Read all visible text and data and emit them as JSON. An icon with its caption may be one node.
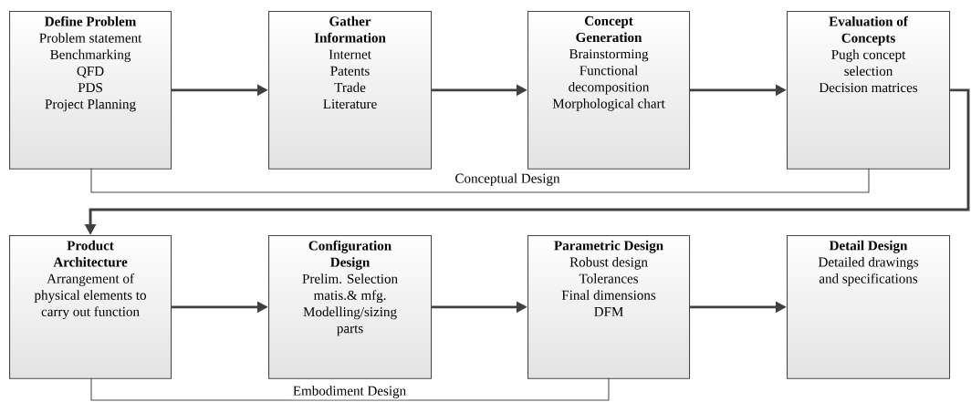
{
  "diagram": {
    "nodes": [
      {
        "text": [
          "Define Problem",
          "Problem statement",
          "Benchmarking",
          "QFD",
          "PDS",
          "Project Planning"
        ]
      },
      {
        "text": [
          "Gather Information",
          "Internet",
          "Patents",
          "Trade",
          "Literature"
        ]
      },
      {
        "text": [
          "Concept Generation",
          "Brainstorming",
          "Functional decomposition",
          "Morphological chart"
        ]
      },
      {
        "text": [
          "Evaluation of Concepts",
          "Pugh concept selection",
          "Decision matrices"
        ]
      },
      {
        "text": [
          "Product Architecture",
          "Arrangement of physical elements to carry out function"
        ]
      },
      {
        "text": [
          "Configuration Design",
          "Prelim. Selection matis.& mfg.",
          "Modelling/sizing parts"
        ]
      },
      {
        "text": [
          "Parametric Design",
          "Robust design",
          "Tolerances",
          "Final dimensions",
          "DFM"
        ]
      },
      {
        "text": [
          "Detail Design",
          "Detailed drawings and specifications"
        ]
      }
    ],
    "edges": [
      {
        "from": 0,
        "to": 1,
        "arrow": "to"
      },
      {
        "from": 1,
        "to": 2,
        "arrow": "to"
      },
      {
        "from": 2,
        "to": 3,
        "arrow": "to"
      },
      {
        "from": 3,
        "to": 4,
        "arrow": "to"
      },
      {
        "from": 4,
        "to": 5,
        "arrow": "to"
      },
      {
        "from": 5,
        "to": 6,
        "arrow": "to"
      },
      {
        "from": 6,
        "to": 7,
        "arrow": "to"
      }
    ],
    "labels": [
      "Conceptual Design",
      "Embodiment Design"
    ]
  }
}
